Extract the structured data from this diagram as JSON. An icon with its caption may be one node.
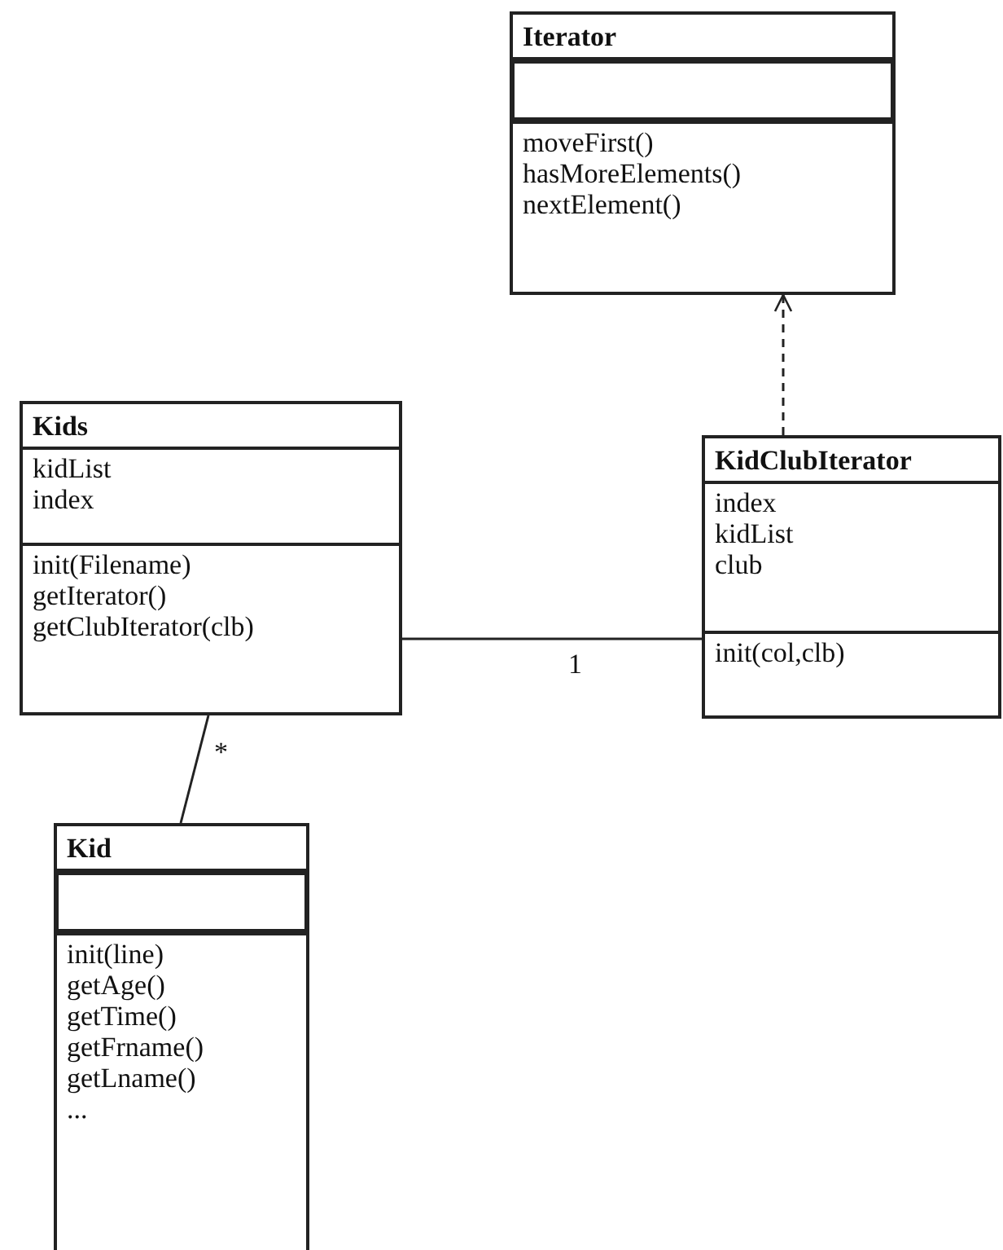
{
  "diagram": {
    "nodes": [
      {
        "text": [
          "Iterator"
        ]
      },
      {
        "text": [],
        "shape": "box",
        "in": 0
      },
      {
        "text": [
          "moveFirst()",
          "hasMoreElements()",
          "nextElement()"
        ],
        "in": 0
      },
      {
        "text": [
          "Kids"
        ]
      },
      {
        "text": [
          "kidList",
          "index"
        ],
        "in": 3
      },
      {
        "text": [
          "init(Filename)",
          "getIterator()",
          "getClubIterator(clb)"
        ],
        "in": 3
      },
      {
        "text": [
          "KidClubIterator"
        ]
      },
      {
        "text": [
          "index",
          "kidList",
          "club"
        ],
        "in": 6
      },
      {
        "text": [
          "init(col,clb)"
        ],
        "in": 6
      },
      {
        "text": [
          "Kid"
        ]
      },
      {
        "text": [],
        "shape": "box",
        "in": 9
      },
      {
        "text": [
          "init(line)",
          "getAge()",
          "getTime()",
          "getFrname()",
          "getLname()",
          "..."
        ],
        "in": 9
      }
    ],
    "edges": [
      {
        "from": 6,
        "to": 0,
        "arrow": "to",
        "style": "dashed"
      },
      {
        "from": 3,
        "to": 6,
        "arrow": "none",
        "label": "1"
      },
      {
        "from": 3,
        "to": 9,
        "arrow": "none",
        "label": "*"
      }
    ]
  }
}
